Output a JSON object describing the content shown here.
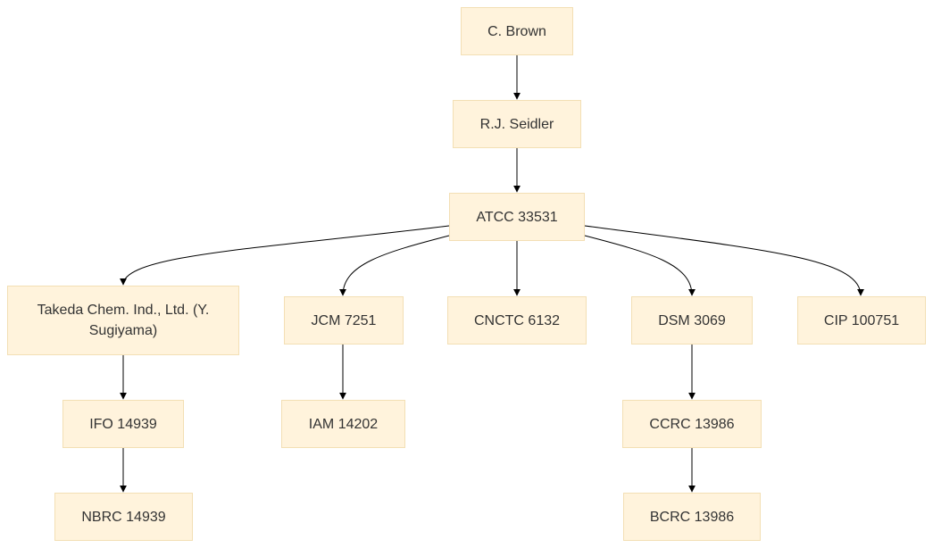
{
  "nodes": {
    "brown": "C. Brown",
    "seidler": "R.J. Seidler",
    "atcc": "ATCC 33531",
    "takeda": "Takeda Chem. Ind., Ltd. (Y. Sugiyama)",
    "jcm": "JCM 7251",
    "cnctc": "CNCTC 6132",
    "dsm": "DSM 3069",
    "cip": "CIP 100751",
    "ifo": "IFO 14939",
    "iam": "IAM 14202",
    "ccrc": "CCRC 13986",
    "nbrc": "NBRC 14939",
    "bcrc": "BCRC 13986"
  },
  "edges": [
    [
      "brown",
      "seidler"
    ],
    [
      "seidler",
      "atcc"
    ],
    [
      "atcc",
      "takeda"
    ],
    [
      "atcc",
      "jcm"
    ],
    [
      "atcc",
      "cnctc"
    ],
    [
      "atcc",
      "dsm"
    ],
    [
      "atcc",
      "cip"
    ],
    [
      "takeda",
      "ifo"
    ],
    [
      "ifo",
      "nbrc"
    ],
    [
      "jcm",
      "iam"
    ],
    [
      "dsm",
      "ccrc"
    ],
    [
      "ccrc",
      "bcrc"
    ]
  ],
  "colors": {
    "node_fill": "#fff3dc",
    "node_border": "#f3dfb4",
    "edge": "#000000",
    "text": "#333333"
  }
}
